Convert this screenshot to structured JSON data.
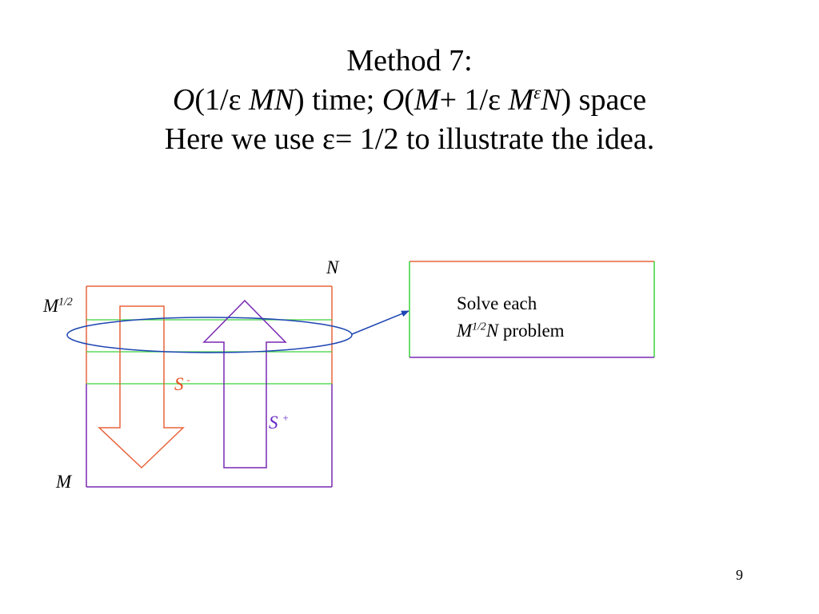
{
  "title": {
    "line1": "Method 7:",
    "line2": {
      "o1": "O",
      "p1": "(1/ε ",
      "mn": "MN",
      "p2": ") time; ",
      "o2": "O",
      "p3": "(",
      "m1": "M",
      "p4": "+ 1/ε ",
      "m2": "M",
      "eps": "ε",
      "n": "N",
      "p5": ") space"
    },
    "line3": "Here we use ε= 1/2 to illustrate the idea."
  },
  "labels": {
    "n": "N",
    "m_half_base": "M",
    "m_half_exp": "1/2",
    "m": "M",
    "s_minus_base": "S",
    "s_minus_sign": "-",
    "s_plus_base": "S",
    "s_plus_sign": "+"
  },
  "box": {
    "line1": "Solve each",
    "m": "M",
    "exp": "1/2",
    "n": "N",
    "rest": " problem"
  },
  "page_number": "9",
  "colors": {
    "orange": "#e8643c",
    "green": "#3cd23c",
    "purple": "#7828b4",
    "blue": "#1e46b4",
    "s_minus_text": "#e85020",
    "s_plus_text": "#6428c8"
  }
}
